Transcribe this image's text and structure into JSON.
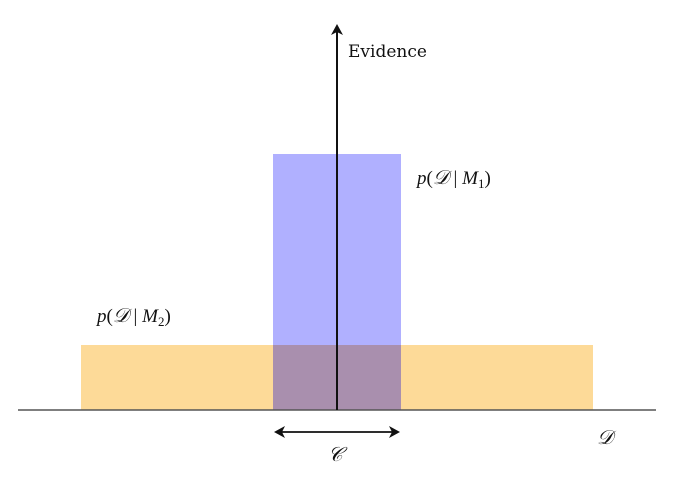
{
  "diagram": {
    "axis_label": "Evidence",
    "label_m1": {
      "p": "p",
      "open": "(",
      "d": "𝒟",
      "bar": " | ",
      "m": "M",
      "sub": "1",
      "close": ")"
    },
    "label_m2": {
      "p": "p",
      "open": "(",
      "d": "𝒟",
      "bar": " | ",
      "m": "M",
      "sub": "2",
      "close": ")"
    },
    "width_label": "𝒞",
    "dataset_label": "𝒟"
  },
  "colors": {
    "model1_fill": "#b0b0ff",
    "model2_fill": "#fdda98",
    "overlap_fill": "#a98fae",
    "axis": "#111111",
    "baseline": "#555555"
  }
}
